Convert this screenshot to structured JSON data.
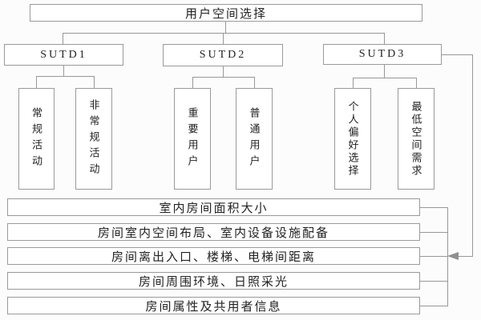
{
  "diagram": {
    "title_box": "用户空间选择",
    "groups": [
      {
        "label": "SUTD1",
        "children": [
          "常规活动",
          "非常规活动"
        ]
      },
      {
        "label": "SUTD2",
        "children": [
          "重要用户",
          "普通用户"
        ]
      },
      {
        "label": "SUTD3",
        "children": [
          "个人偏好选择",
          "最低空间需求"
        ]
      }
    ],
    "criteria_bars": [
      "室内房间面积大小",
      "房间室内空间布局、室内设备设施配备",
      "房间离出入口、楼梯、电梯间距离",
      "房间周围环境、日照采光",
      "房间属性及共用者信息"
    ],
    "icons": {
      "arrowhead": "left-pointing-filled-triangle"
    },
    "colors": {
      "line": "#989898",
      "box_border": "#9a9a9a",
      "text": "#222222",
      "arrow": "#8f8f8f",
      "background": "#fcfcfc"
    }
  }
}
